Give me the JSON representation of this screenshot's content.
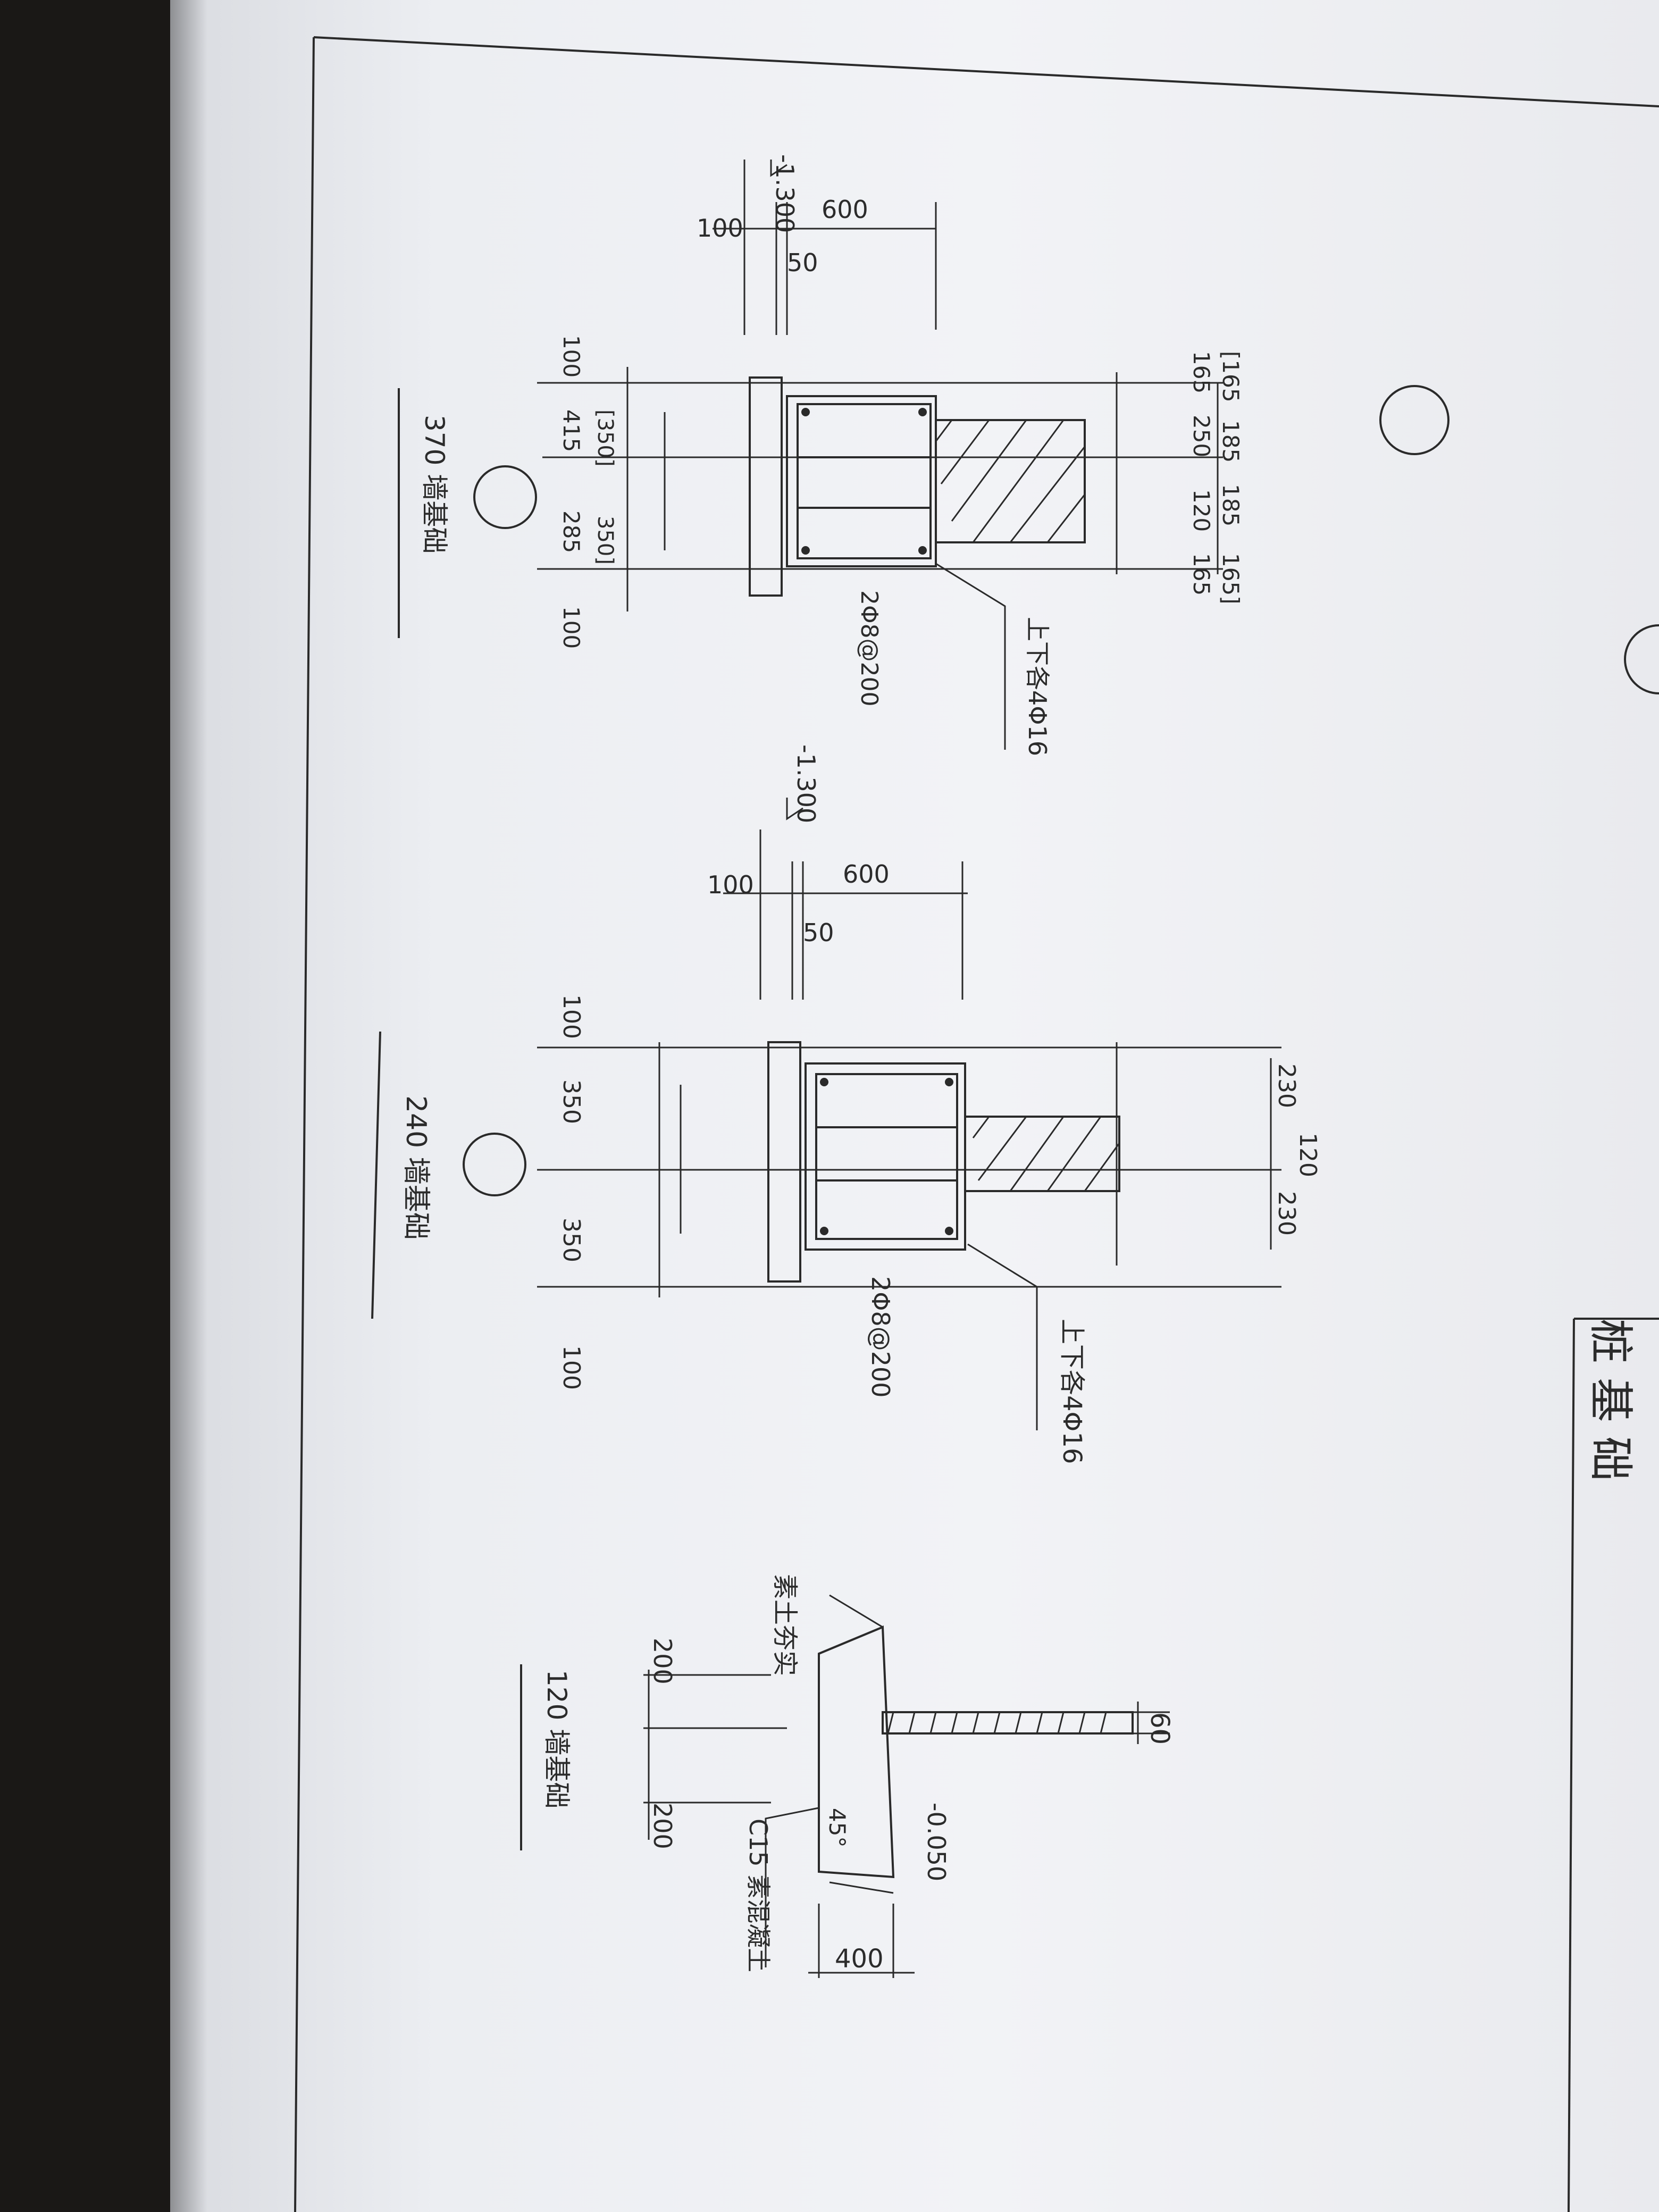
{
  "top_left": {
    "elevation": "-1.300",
    "dim_100": "100",
    "dim_600": "600",
    "dim_50": "50",
    "top_dims": [
      "[165",
      "185",
      "185",
      "165]"
    ],
    "top_dims_lower": [
      "165",
      "250",
      "120",
      "165"
    ],
    "bottom_dims_upper": [
      "[350]",
      "350]"
    ],
    "bottom_dims": [
      "100",
      "415",
      "285",
      "100"
    ],
    "stirrup": "2Φ8@200",
    "rebar": "上下各4Φ16",
    "title": "370 墙基础"
  },
  "middle": {
    "elevation": "-1.300",
    "dim_100": "100",
    "dim_600": "600",
    "dim_50": "50",
    "top_dims": [
      "230",
      "120",
      "230"
    ],
    "bottom_dims": [
      "100",
      "350",
      "350",
      "100"
    ],
    "stirrup": "2Φ8@200",
    "rebar": "上下各4Φ16",
    "title": "240 墙基础"
  },
  "right": {
    "soil_label": "素土夯实",
    "dims": [
      "200",
      "200"
    ],
    "dim_60": "60",
    "elevation": "-0.050",
    "angle": "45°",
    "concrete": "C15 素混凝土",
    "dim_400": "400",
    "title": "120 墙基础"
  },
  "title_block": {
    "text": "桩 基 础"
  }
}
